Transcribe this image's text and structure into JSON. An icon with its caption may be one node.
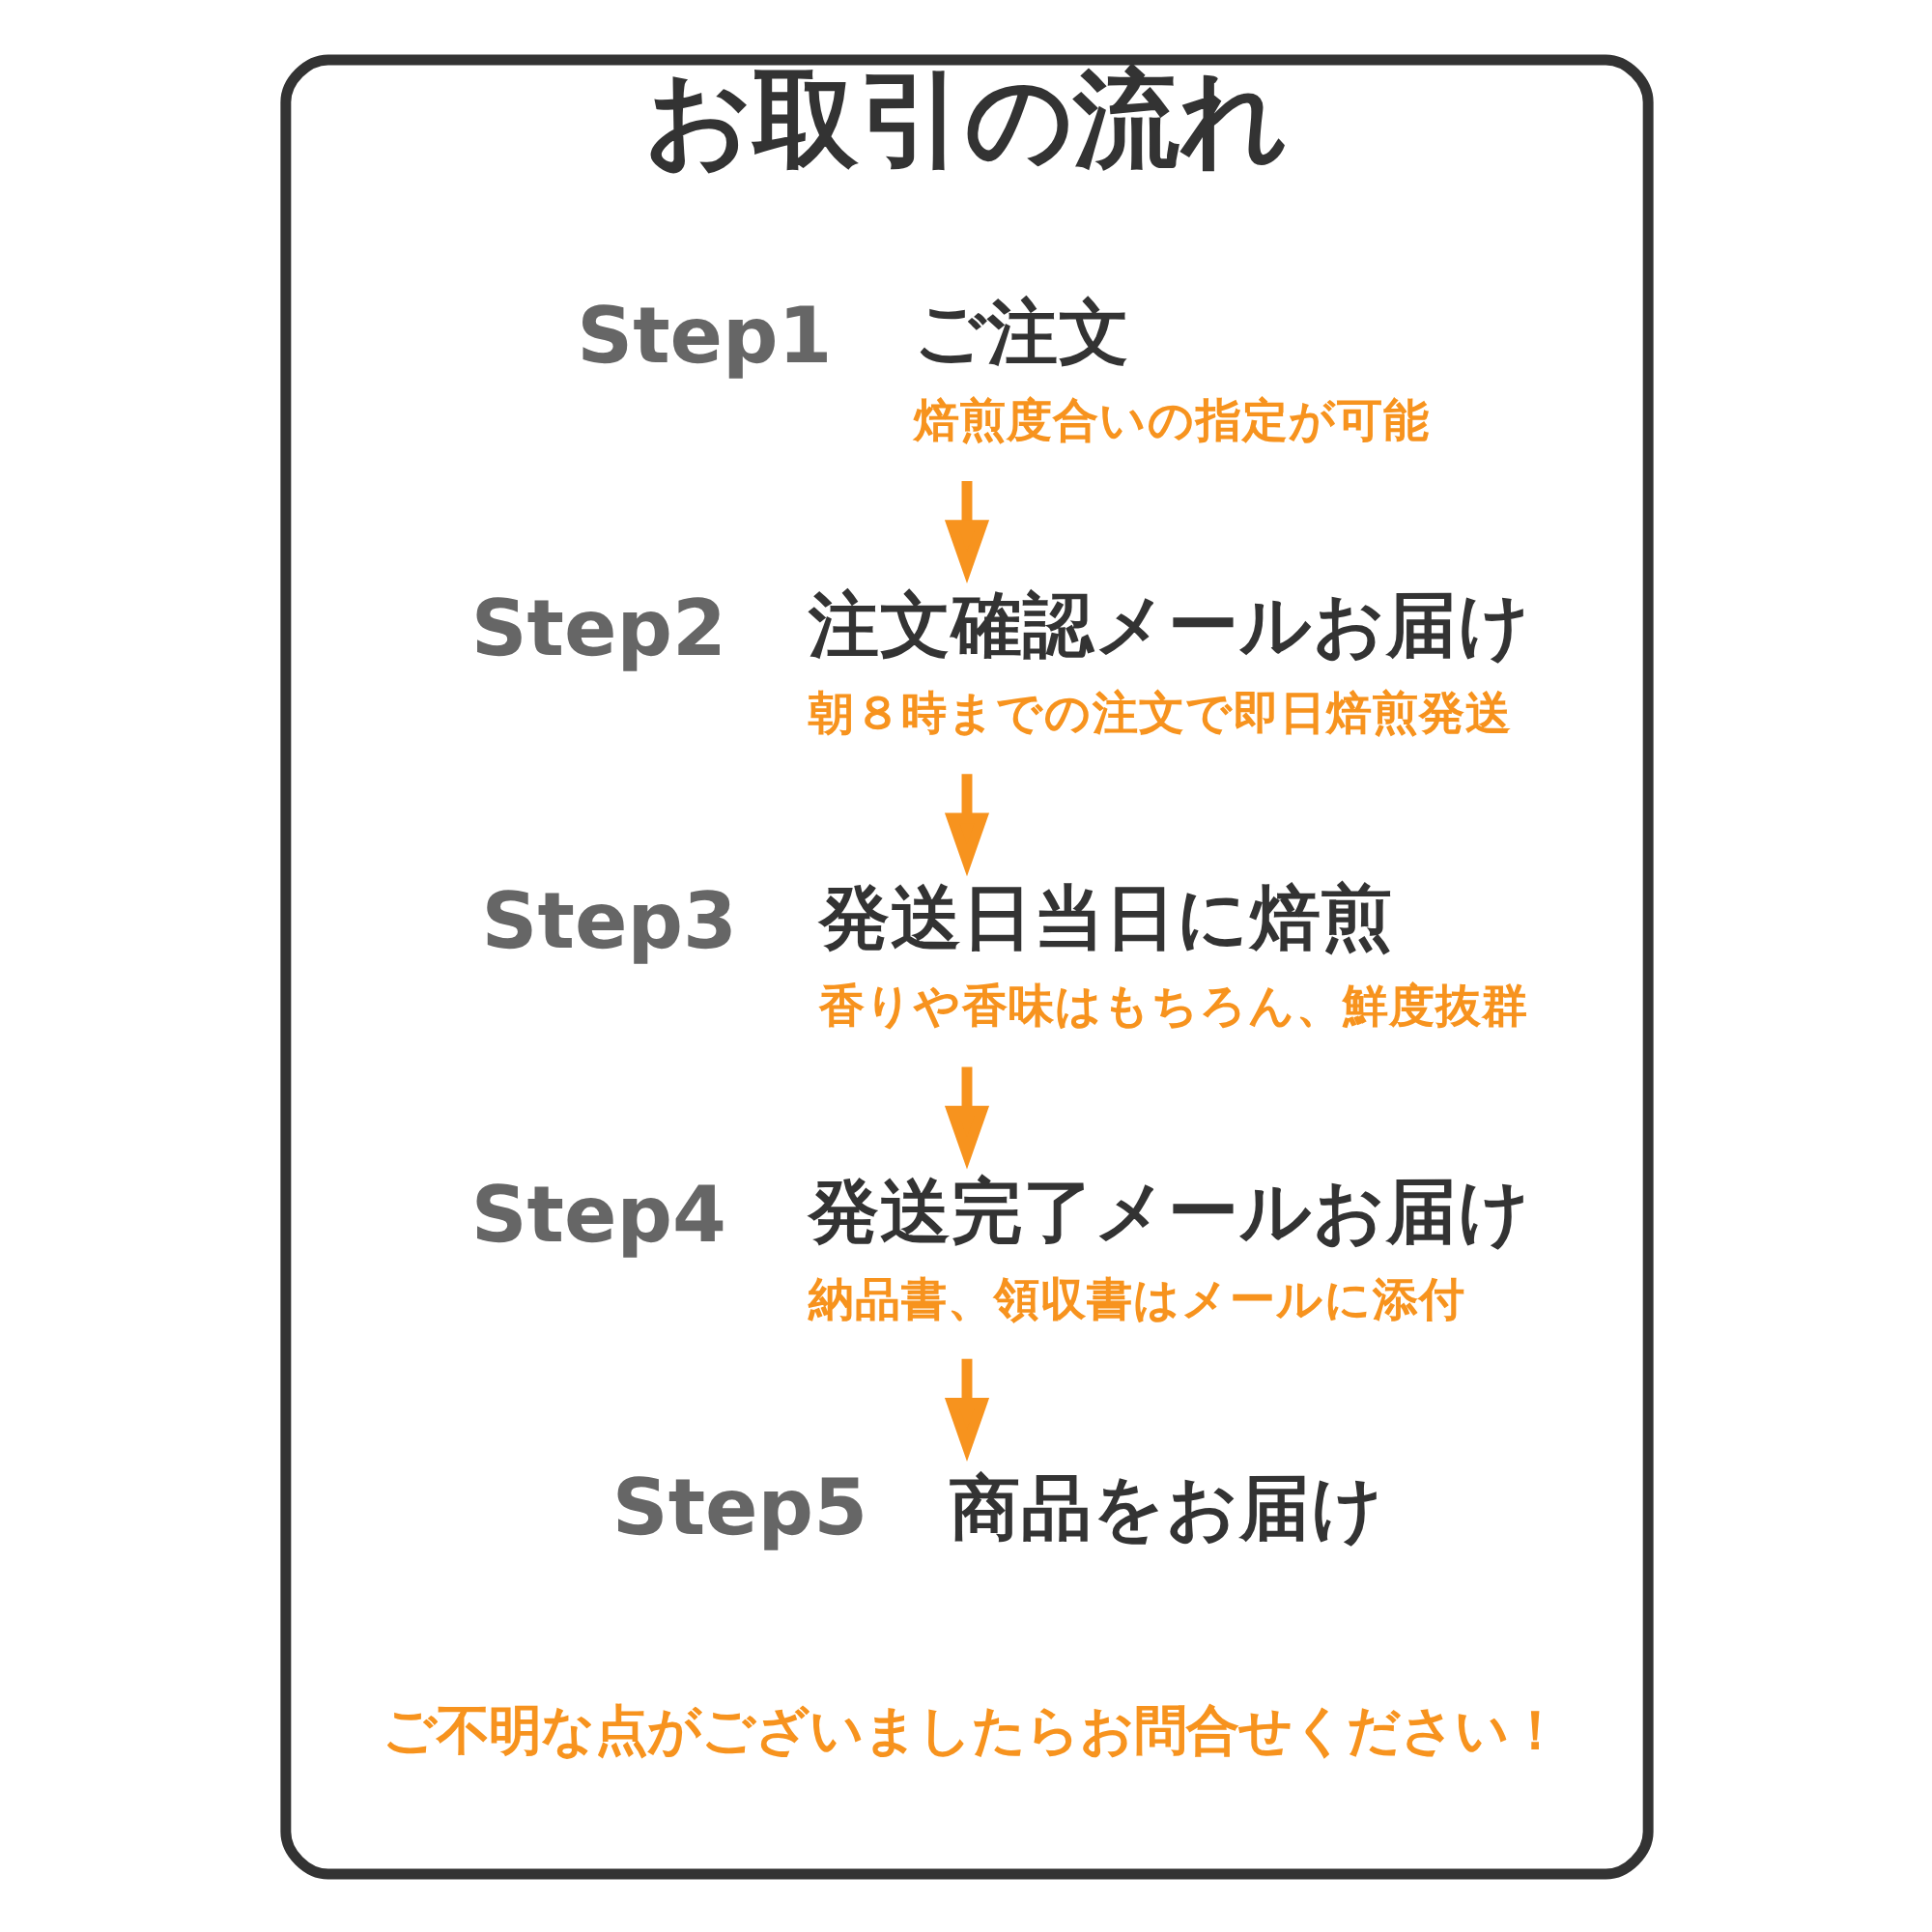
{
  "diagram": {
    "nodes": [
      {
        "text": [
          "お取引の流れ"
        ]
      },
      {
        "text": [
          "Step1"
        ],
        "in": 0,
        "beside": [
          "ご注文",
          "焙煎度合いの指定が可能"
        ]
      },
      {
        "text": [
          "Step2"
        ],
        "in": 0,
        "beside": [
          "注文確認メールお届け",
          "朝８時までの注文で即日焙煎発送"
        ]
      },
      {
        "text": [
          "Step3"
        ],
        "in": 0,
        "beside": [
          "発送日当日に焙煎",
          "香りや香味はもちろん、鮮度抜群"
        ]
      },
      {
        "text": [
          "Step4"
        ],
        "in": 0,
        "beside": [
          "発送完了メールお届け",
          "納品書、領収書はメールに添付"
        ]
      },
      {
        "text": [
          "Step5"
        ],
        "in": 0,
        "beside": [
          "商品をお届け"
        ]
      }
    ],
    "edges": [
      {
        "from": 1,
        "to": 2,
        "arrow": "to"
      },
      {
        "from": 2,
        "to": 3,
        "arrow": "to"
      },
      {
        "from": 3,
        "to": 4,
        "arrow": "to"
      },
      {
        "from": 4,
        "to": 5,
        "arrow": "to"
      }
    ],
    "labels": [
      "ご不明な点がございましたらお問合せください！"
    ]
  }
}
